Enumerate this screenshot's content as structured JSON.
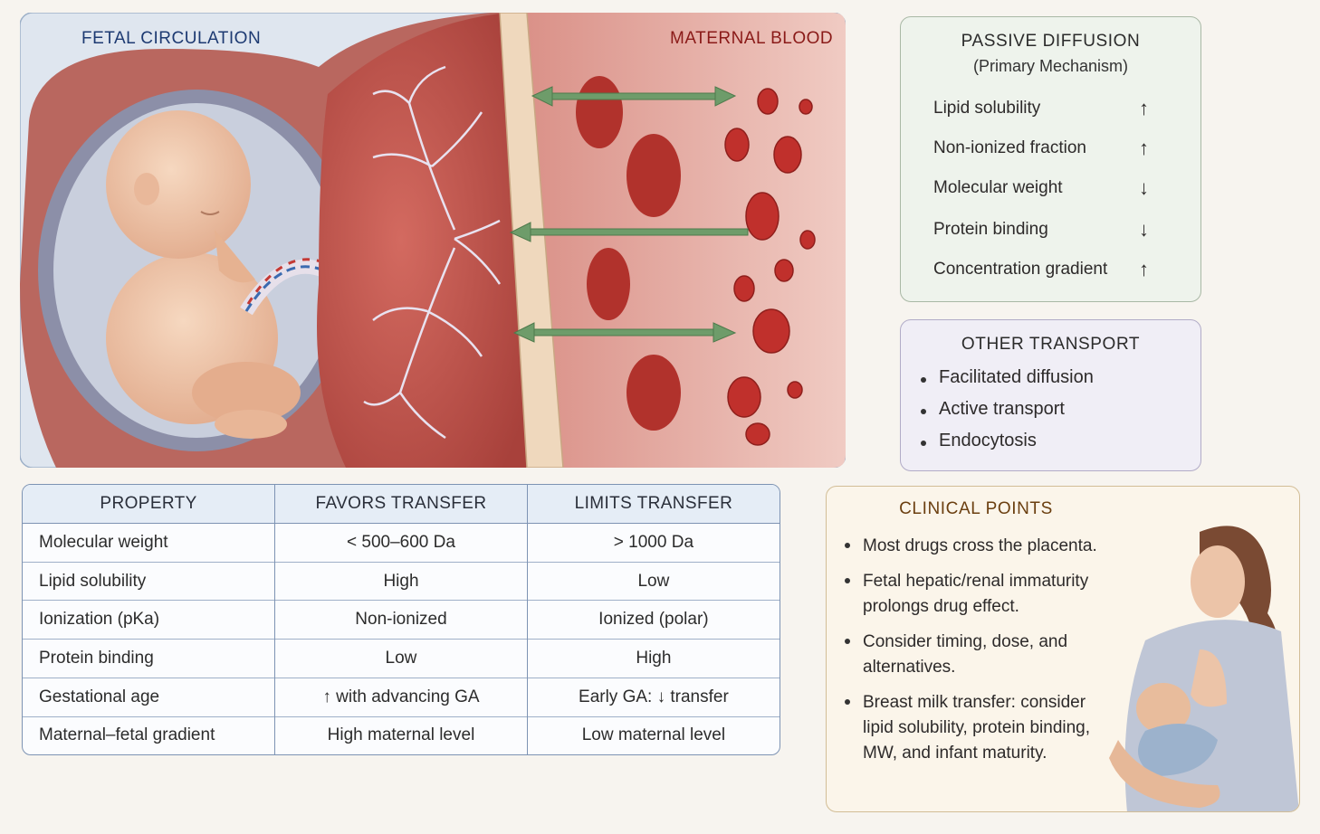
{
  "illustration": {
    "fetal_label": "FETAL CIRCULATION",
    "maternal_label": "MATERNAL BLOOD"
  },
  "passive": {
    "title": "PASSIVE DIFFUSION",
    "subtitle": "(Primary Mechanism)",
    "factors": [
      {
        "label": "Lipid solubility",
        "arrow": "↑"
      },
      {
        "label": "Non-ionized fraction",
        "arrow": "↑"
      },
      {
        "label": "Molecular weight",
        "arrow": "↓"
      },
      {
        "label": "Protein binding",
        "arrow": "↓"
      },
      {
        "label": "Concentration gradient",
        "arrow": "↑"
      }
    ]
  },
  "other": {
    "title": "OTHER TRANSPORT",
    "items": [
      "Facilitated diffusion",
      "Active transport",
      "Endocytosis"
    ]
  },
  "table": {
    "headers": [
      "PROPERTY",
      "FAVORS TRANSFER",
      "LIMITS TRANSFER"
    ],
    "rows": [
      [
        "Molecular weight",
        "< 500–600 Da",
        "> 1000 Da"
      ],
      [
        "Lipid solubility",
        "High",
        "Low"
      ],
      [
        "Ionization (pKa)",
        "Non-ionized",
        "Ionized (polar)"
      ],
      [
        "Protein binding",
        "Low",
        "High"
      ],
      [
        "Gestational age",
        "↑ with advancing GA",
        "Early GA: ↓ transfer"
      ],
      [
        "Maternal–fetal gradient",
        "High maternal level",
        "Low maternal level"
      ]
    ]
  },
  "clinical": {
    "title": "CLINICAL POINTS",
    "items": [
      "Most drugs cross the placenta.",
      "Fetal hepatic/renal immaturity prolongs drug effect.",
      "Consider timing, dose, and alternatives.",
      "Breast milk transfer: consider lipid solubility, protein binding, MW, and infant maturity."
    ]
  },
  "colors": {
    "fetal_bg": "#dfe6ef",
    "maternal_bg": "#ecc3bb",
    "placenta": "#c4574f",
    "arrow_green": "#6e9c6a",
    "rbc": "#c0302c"
  }
}
